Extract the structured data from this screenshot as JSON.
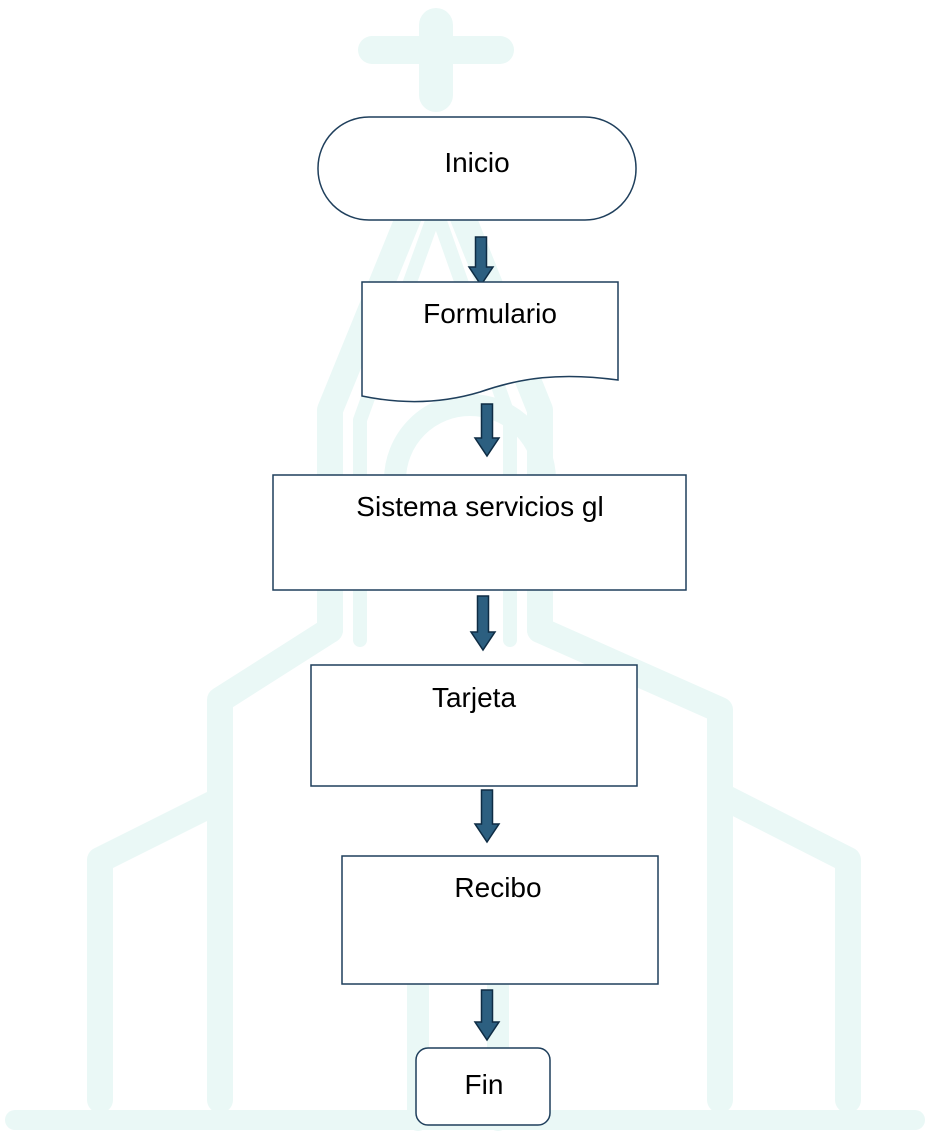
{
  "colors": {
    "watermark": "#eaf8f6",
    "border": "#1f3f5c",
    "arrow_fill": "#2c5f80",
    "arrow_stroke": "#0e2c44",
    "text": "#000000",
    "background": "#ffffff"
  },
  "flowchart": {
    "nodes": [
      {
        "id": "inicio",
        "shape": "terminator",
        "label": "Inicio"
      },
      {
        "id": "formulario",
        "shape": "document",
        "label": "Formulario"
      },
      {
        "id": "sistema",
        "shape": "process",
        "label": "Sistema servicios gl"
      },
      {
        "id": "tarjeta",
        "shape": "process",
        "label": "Tarjeta"
      },
      {
        "id": "recibo",
        "shape": "process",
        "label": "Recibo"
      },
      {
        "id": "fin",
        "shape": "rounded-rect",
        "label": "Fin"
      }
    ],
    "edges": [
      {
        "from": "inicio",
        "to": "formulario"
      },
      {
        "from": "formulario",
        "to": "sistema"
      },
      {
        "from": "sistema",
        "to": "tarjeta"
      },
      {
        "from": "tarjeta",
        "to": "recibo"
      },
      {
        "from": "recibo",
        "to": "fin"
      }
    ]
  }
}
